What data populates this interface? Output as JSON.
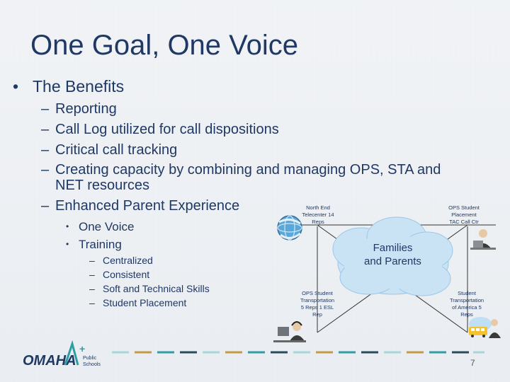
{
  "slide": {
    "title": "One Goal, One Voice",
    "page_number": "7"
  },
  "bullets": {
    "heading": "The Benefits",
    "bullet_mark": "•",
    "dash_mark": "–",
    "items": [
      "Reporting",
      "Call Log utilized for call dispositions",
      "Critical call tracking",
      "Creating capacity by combining and managing OPS, STA and NET resources",
      "Enhanced Parent Experience"
    ],
    "subitems": [
      "One Voice",
      "Training"
    ],
    "training_items": [
      "Centralized",
      "Consistent",
      "Soft and Technical Skills",
      "Student Placement"
    ]
  },
  "diagram": {
    "center_label": "Families and Parents",
    "nodes": [
      "North End Telecenter 14 Reps",
      "OPS Student Placement TAC Call Ctr",
      "OPS Student Transportation 5 Reps 1 ESL Rep",
      "Student Transportation of America 5 Reps"
    ],
    "colors": {
      "cloud": "#c9e3f5",
      "cloud_edge": "#9cc6e6",
      "connector": "#333333",
      "title": "#1f3864",
      "stripe_dark": "#2a4a5e",
      "stripe_teal": "#2e9ea3",
      "stripe_gold": "#c59a42",
      "stripe_light": "#a7d6da"
    },
    "icons": [
      "globe-icon",
      "person-at-computer-icon",
      "headset-agent-icon",
      "bus-icon"
    ]
  },
  "logo": {
    "name": "OMAHA",
    "sub_line1": "Public",
    "sub_line2": "Schools"
  }
}
